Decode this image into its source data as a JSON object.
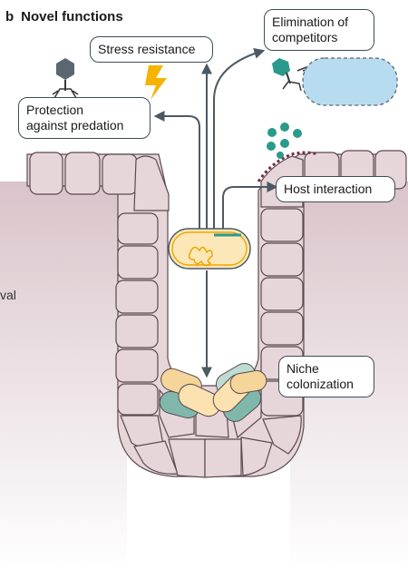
{
  "panel": {
    "letter": "b",
    "title": "Novel functions"
  },
  "edge_fragment": "val",
  "callouts": {
    "stress": [
      "Stress resistance"
    ],
    "elimination": [
      "Elimination of",
      "competitors"
    ],
    "protection": [
      "Protection",
      "against predation"
    ],
    "host": [
      "Host interaction"
    ],
    "niche": [
      "Niche",
      "colonization"
    ]
  },
  "colors": {
    "tissue_fill": "#e6d6da",
    "gradient_fill": "#cfb6bd",
    "cell_outline": "#5a4a50",
    "arrow": "#4b5a62",
    "lightning": "#f5b400",
    "phage": "#5b6770",
    "competitor_phage": "#2a9a8a",
    "competitor_bacterium": "#b7dcef",
    "host_signal_dots": "#2a9a8a",
    "host_signal_line": "#7a2a4a",
    "bacterium_fill": "#fbe7b8",
    "bacterium_dna": "#f0a500",
    "niche_bacteria": [
      "#fbe2b0",
      "#7fb8ab",
      "#bfdcd3",
      "#f5d59a"
    ]
  }
}
